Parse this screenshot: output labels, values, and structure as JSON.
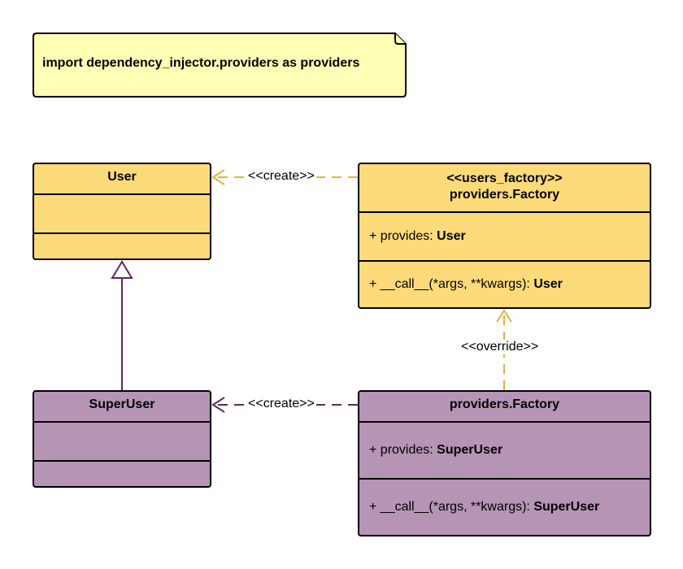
{
  "note": {
    "text": "import dependency_injector.providers as providers"
  },
  "user_class": {
    "name": "User"
  },
  "superuser_class": {
    "name": "SuperUser"
  },
  "users_factory": {
    "stereotype": "<<users_factory>>",
    "name": "providers.Factory",
    "attr_prefix": "+ provides: ",
    "attr_type": "User",
    "method_prefix": "+ __call__(*args, **kwargs): ",
    "method_type": "User"
  },
  "superuser_factory": {
    "name": "providers.Factory",
    "attr_prefix": "+ provides: ",
    "attr_type": "SuperUser",
    "method_prefix": "+ __call__(*args, **kwargs): ",
    "method_type": "SuperUser"
  },
  "connectors": {
    "create_user": "<<create>>",
    "create_superuser": "<<create>>",
    "override": "<<override>>"
  },
  "colors": {
    "yellow_fill": "#fddb7a",
    "yellow_line": "#e3b23c",
    "purple_fill": "#b594b6",
    "purple_line": "#5c2a5e",
    "note_fill": "#fefeb4"
  }
}
